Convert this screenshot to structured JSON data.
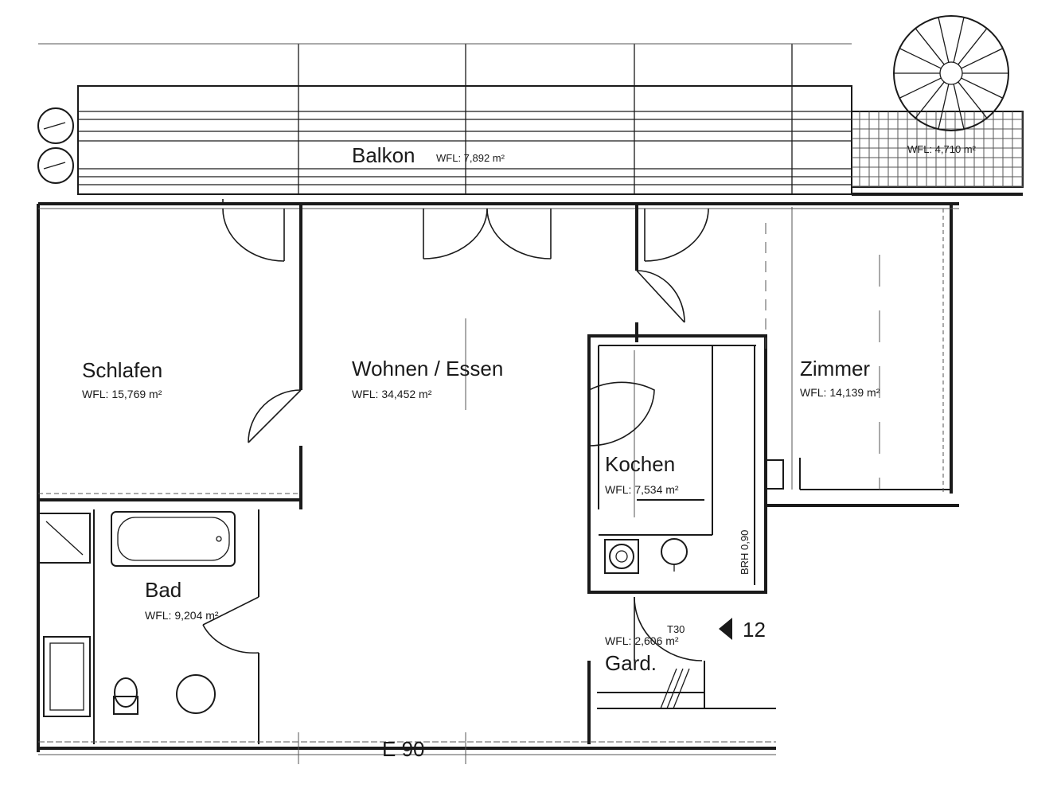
{
  "rooms": {
    "balkon": {
      "name": "Balkon",
      "area": "WFL: 7,892 m²"
    },
    "terrace": {
      "area": "WFL: 4,710 m²"
    },
    "schlafen": {
      "name": "Schlafen",
      "area": "WFL: 15,769 m²"
    },
    "wohnen": {
      "name": "Wohnen / Essen",
      "area": "WFL: 34,452 m²"
    },
    "zimmer": {
      "name": "Zimmer",
      "area": "WFL: 14,139 m²"
    },
    "kochen": {
      "name": "Kochen",
      "area": "WFL: 7,534 m²"
    },
    "bad": {
      "name": "Bad",
      "area": "WFL: 9,204 m²"
    },
    "gard": {
      "name": "Gard.",
      "area": "WFL: 2,606 m²"
    }
  },
  "labels": {
    "brh": "BRH 0,90",
    "t30": "T30",
    "unit_number": "12",
    "bottom_mark": "E 90"
  },
  "colors": {
    "line": "#1a1a1a",
    "background": "#ffffff"
  }
}
